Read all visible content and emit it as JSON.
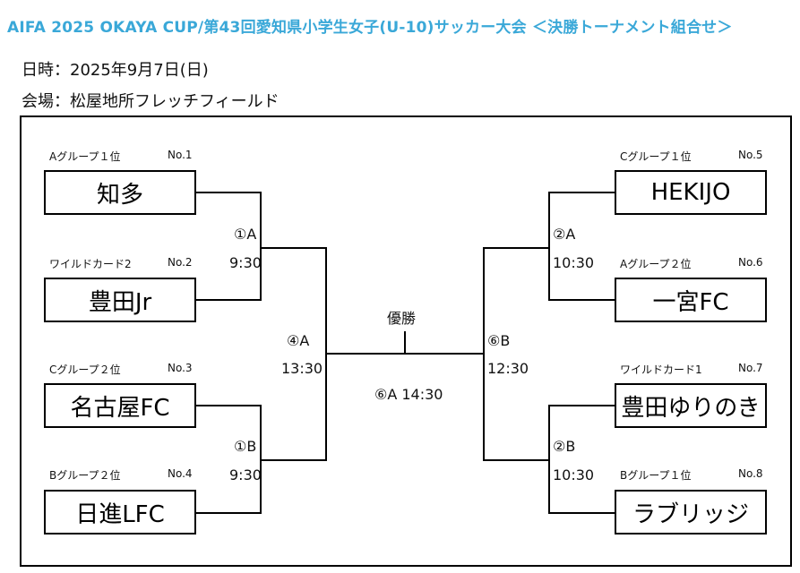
{
  "title": "AIFA 2025 OKAYA CUP/第43回愛知県小学生女子(U-10)サッカー大会 ＜決勝トーナメント組合せ＞",
  "date_line": "日時：2025年9月7日(日)",
  "venue_line": "会場：松屋地所フレッチフィールド",
  "left_teams": [
    {
      "caption": "Aグループ１位",
      "no": "No.1",
      "name": "知多"
    },
    {
      "caption": "ワイルドカード2",
      "no": "No.2",
      "name": "豊田Jr"
    },
    {
      "caption": "Cグループ２位",
      "no": "No.3",
      "name": "名古屋FC"
    },
    {
      "caption": "Bグループ２位",
      "no": "No.4",
      "name": "日進LFC"
    }
  ],
  "right_teams": [
    {
      "caption": "Cグループ１位",
      "no": "No.5",
      "name": "HEKIJO"
    },
    {
      "caption": "Aグループ２位",
      "no": "No.6",
      "name": "一宮FC"
    },
    {
      "caption": "ワイルドカード1",
      "no": "No.7",
      "name": "豊田ゆりのき"
    },
    {
      "caption": "Bグループ１位",
      "no": "No.8",
      "name": "ラブリッジ"
    }
  ],
  "matches": {
    "m1a": {
      "label": "①A",
      "time": "9:30"
    },
    "m1b": {
      "label": "①B",
      "time": "9:30"
    },
    "m2a": {
      "label": "②A",
      "time": "10:30"
    },
    "m2b": {
      "label": "②B",
      "time": "10:30"
    },
    "m4a": {
      "label": "④A",
      "time": "13:30"
    },
    "m6b": {
      "label": "⑥B",
      "time": "12:30"
    }
  },
  "final": {
    "label": "優勝",
    "match": "⑥A 14:30"
  }
}
